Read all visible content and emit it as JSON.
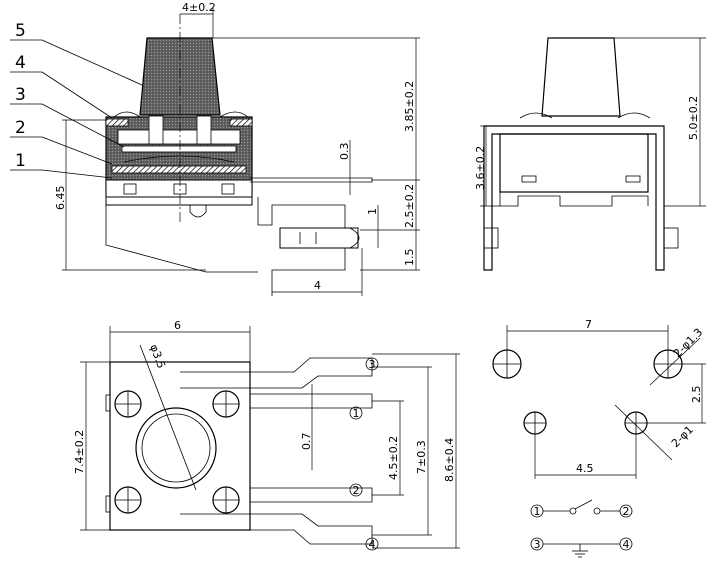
{
  "part_labels": [
    "5",
    "4",
    "3",
    "2",
    "1"
  ],
  "dims": {
    "cap_width": "4±0.2",
    "cap_height": "3.85±0.2",
    "total_height": "5.0±0.2",
    "overall_height": "6.45",
    "lead_thickness": "0.3",
    "body_height_front": "3.6±0.2",
    "body_height_side": "2.5±0.2",
    "standoff": "1",
    "pin_height": "1.5",
    "pin_offset": "4",
    "body_width": "6",
    "cap_diameter": "φ3.5",
    "pin_width": "0.7",
    "pin_span_inner": "4.5±0.2",
    "pin_span_mid": "7±0.3",
    "pin_span_outer": "8.6±0.4",
    "body_length": "7.4±0.2",
    "hole_pitch_x": "7",
    "hole_pitch_x_inner": "4.5",
    "hole_pitch_y": "2.5",
    "hole_dia_large": "2-φ1.3",
    "hole_dia_small": "2-φ1"
  },
  "pins": [
    "1",
    "2",
    "3",
    "4"
  ]
}
